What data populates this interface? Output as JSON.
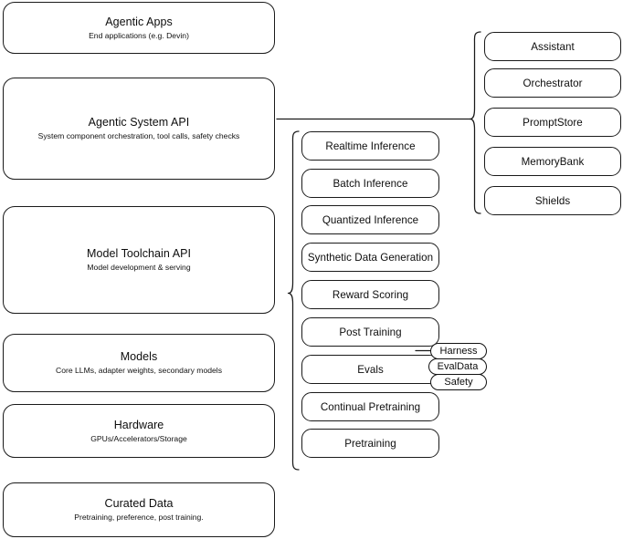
{
  "diagram": {
    "kind": "layered-architecture-stack",
    "background_color": "#ffffff",
    "stroke_color": "#1a1a1a",
    "stack": [
      {
        "title": "Agentic Apps",
        "subtitle": "End applications (e.g. Devin)"
      },
      {
        "title": "Agentic System API",
        "subtitle": "System component orchestration, tool calls, safety checks"
      },
      {
        "title": "Model Toolchain API",
        "subtitle": "Model development & serving"
      },
      {
        "title": "Models",
        "subtitle": "Core LLMs, adapter weights, secondary models"
      },
      {
        "title": "Hardware",
        "subtitle": "GPUs/Accelerators/Storage"
      },
      {
        "title": "Curated Data",
        "subtitle": "Pretraining, preference, post training."
      }
    ],
    "toolchain_components": [
      {
        "label": "Realtime Inference"
      },
      {
        "label": "Batch Inference"
      },
      {
        "label": "Quantized Inference"
      },
      {
        "label": "Synthetic Data Generation"
      },
      {
        "label": "Reward Scoring"
      },
      {
        "label": "Post Training"
      },
      {
        "label": "Evals"
      },
      {
        "label": "Continual Pretraining"
      },
      {
        "label": "Pretraining"
      }
    ],
    "agentic_components": [
      {
        "label": "Assistant"
      },
      {
        "label": "Orchestrator"
      },
      {
        "label": "PromptStore"
      },
      {
        "label": "MemoryBank"
      },
      {
        "label": "Shields"
      }
    ],
    "eval_tags": [
      {
        "label": "Harness"
      },
      {
        "label": "EvalData"
      },
      {
        "label": "Safety"
      }
    ]
  }
}
